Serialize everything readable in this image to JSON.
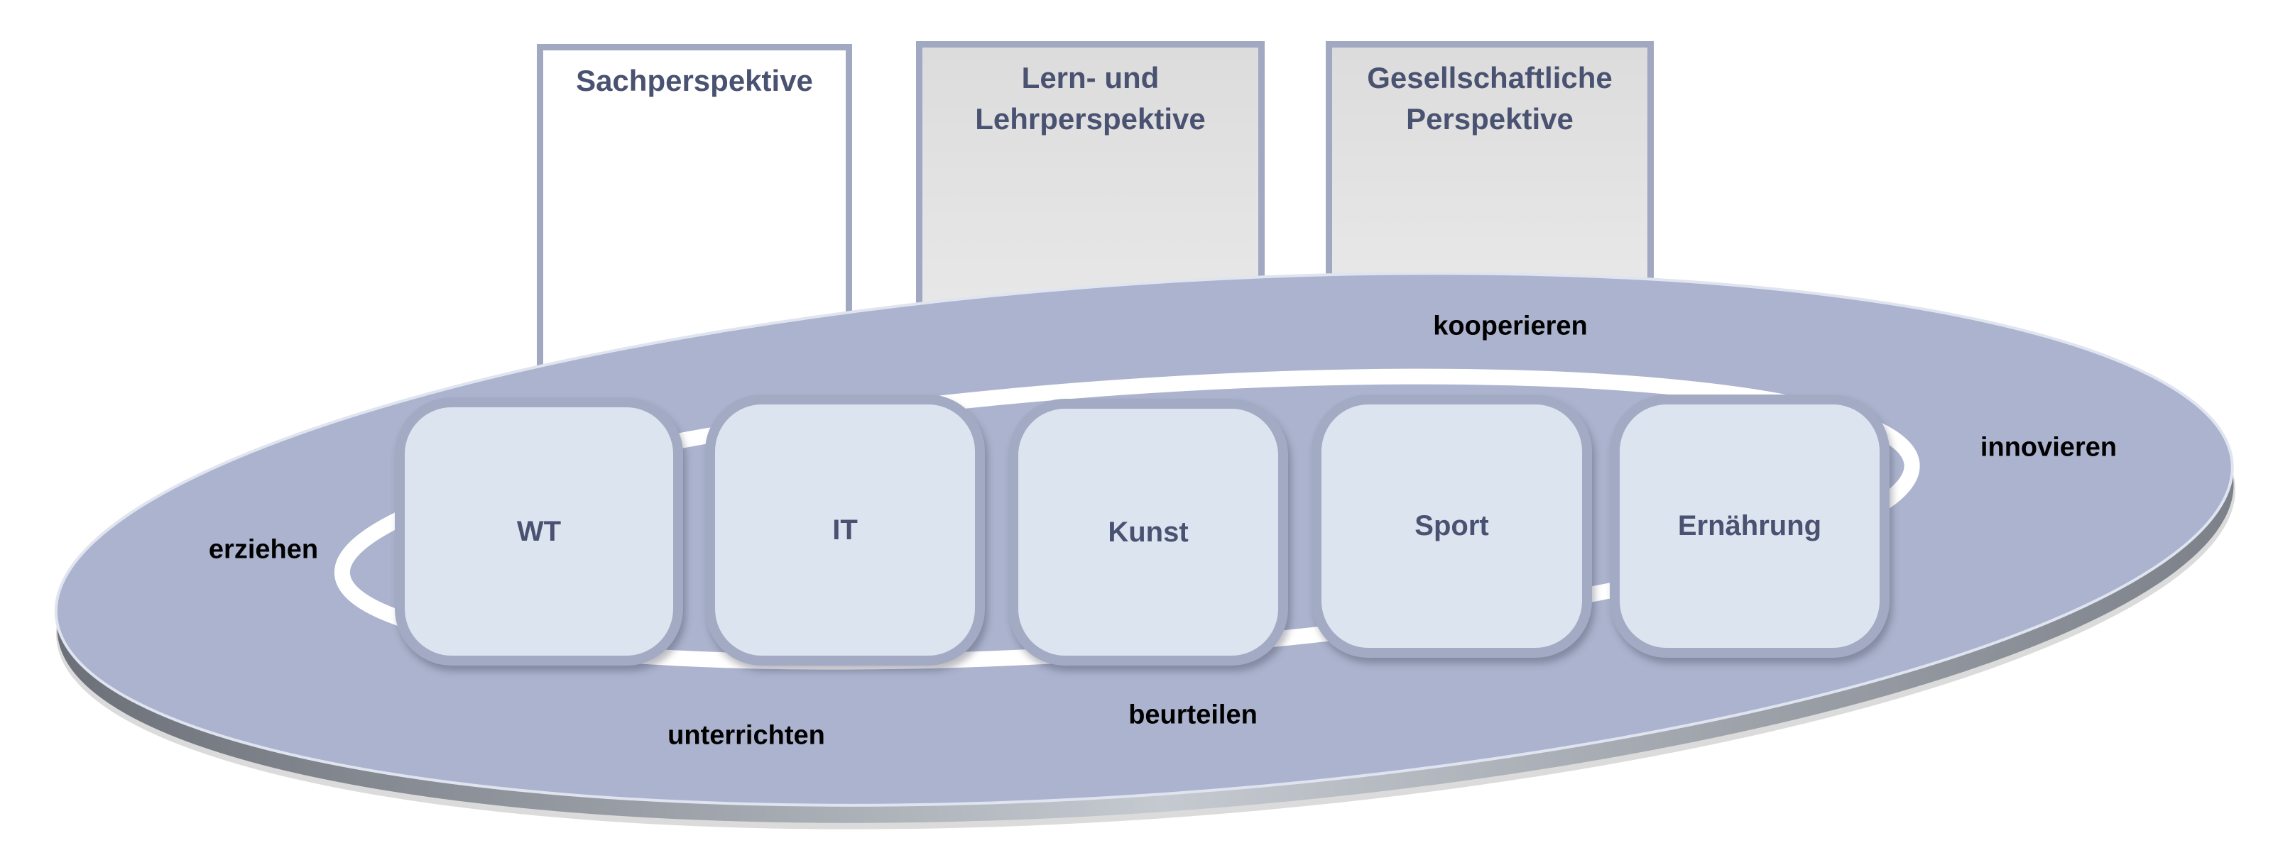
{
  "perspectives": [
    {
      "label": "Sachperspektive"
    },
    {
      "label": "Lern- und Lehrperspektive"
    },
    {
      "label": "Gesellschaftliche Perspektive"
    }
  ],
  "subjects": [
    {
      "label": "WT"
    },
    {
      "label": "IT"
    },
    {
      "label": "Kunst"
    },
    {
      "label": "Sport"
    },
    {
      "label": "Ernährung"
    }
  ],
  "activities": {
    "kooperieren": "kooperieren",
    "innovieren": "innovieren",
    "erziehen": "erziehen",
    "unterrichten": "unterrichten",
    "beurteilen": "beurteilen"
  },
  "colors": {
    "disc": "#abb3ce",
    "card": "#dce4ef",
    "border": "#a3abc4",
    "text": "#4a5272"
  }
}
